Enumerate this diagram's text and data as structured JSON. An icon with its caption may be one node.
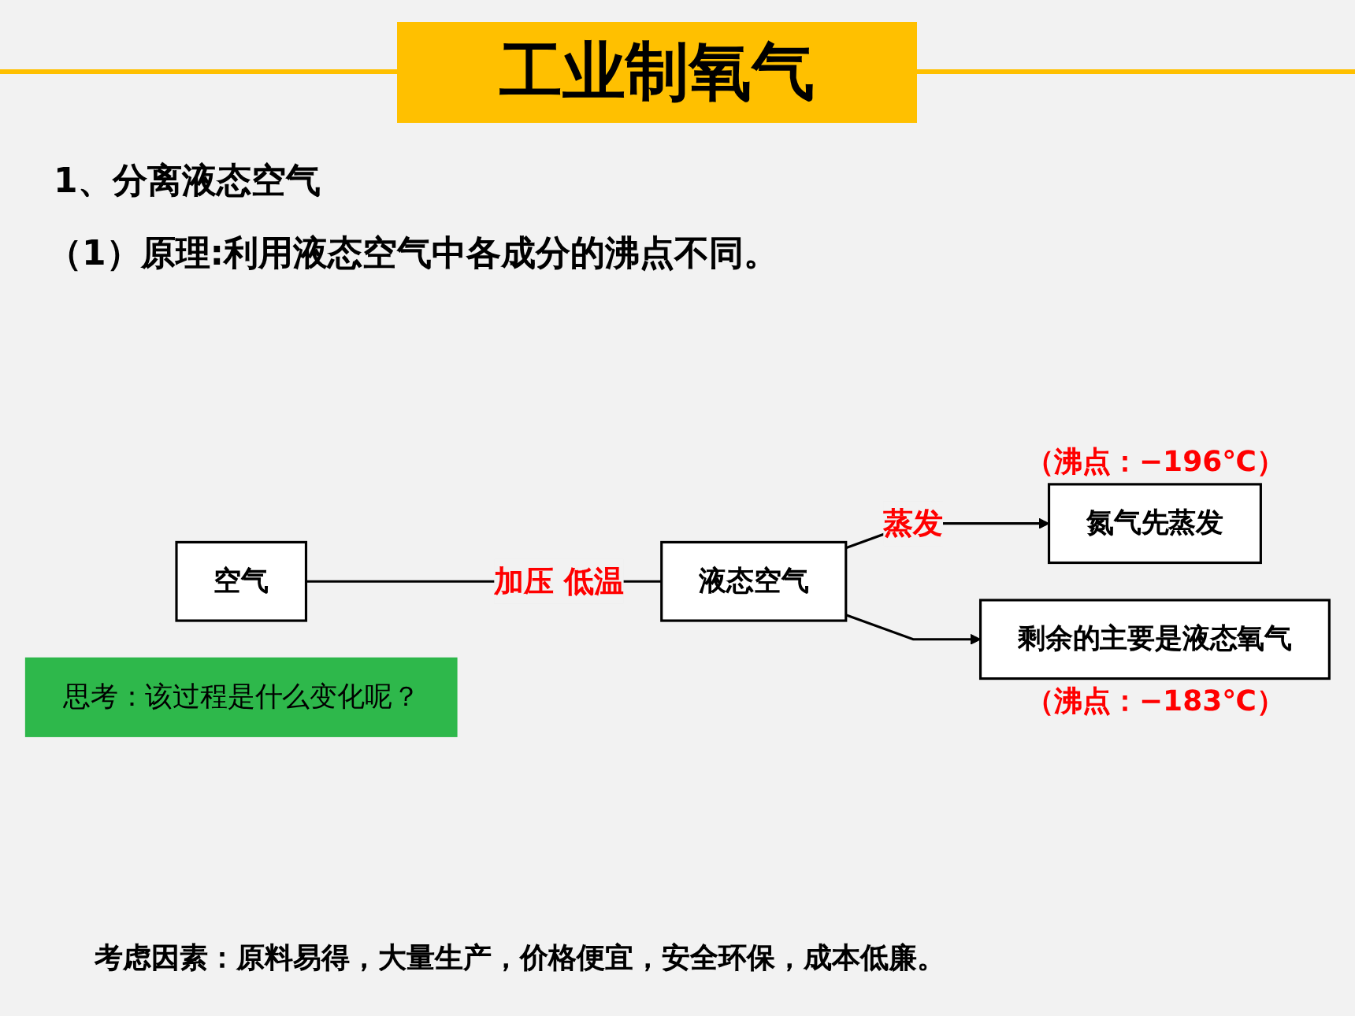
{
  "diagram": {
    "title": "工业制氧气",
    "nodes": [
      {
        "text": [
          "空气"
        ]
      },
      {
        "text": [
          "液态空气"
        ]
      },
      {
        "text": [
          "氮气先蒸发"
        ],
        "beside": [
          "（沸点：−196℃）"
        ]
      },
      {
        "text": [
          "剩余的主要是液态氧气"
        ],
        "beside": [
          "（沸点：−183℃）"
        ]
      },
      {
        "text": [
          "思考：该过程是什么变化呢？"
        ]
      }
    ],
    "edges": [
      {
        "from": 0,
        "to": 1,
        "arrow": "none",
        "label": "加压 低温"
      },
      {
        "from": 1,
        "to": 2,
        "arrow": "to",
        "label": "蒸发"
      },
      {
        "from": 1,
        "to": 3,
        "arrow": "to"
      }
    ],
    "labels": [
      "1、分离液态空气",
      "（1）原理:利用液态空气中各成分的沸点不同。",
      "考虑因素：原料易得，大量生产，价格便宜，安全环保，成本低廉。"
    ]
  }
}
